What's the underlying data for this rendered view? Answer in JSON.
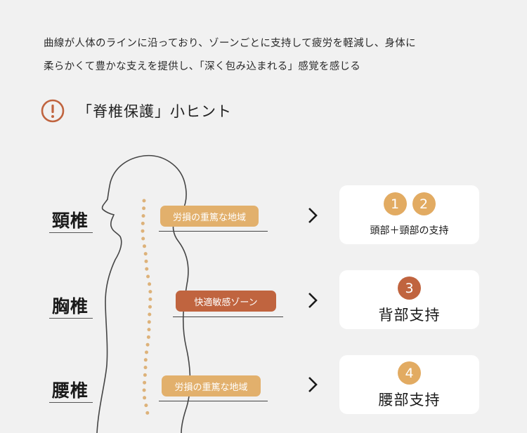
{
  "intro": {
    "line1": "曲線が人体のラインに沿っており、ゾーンごとに支持して疲労を軽減し、身体に",
    "line2": "柔らかくて豊かな支えを提供し、「深く包み込まれる」感覚を感じる"
  },
  "tip": {
    "icon": "exclamation-circle-icon",
    "title": "「脊椎保護」小ヒント"
  },
  "sections": [
    {
      "label": "頸椎",
      "pill": "労損の重篤な地域",
      "pill_style": "light",
      "card": {
        "badges": [
          "1",
          "2"
        ],
        "text": "頭部＋頸部の支持"
      }
    },
    {
      "label": "胸椎",
      "pill": "快適敏感ゾーン",
      "pill_style": "dark",
      "card": {
        "badges": [
          "3"
        ],
        "text": "背部支持"
      }
    },
    {
      "label": "腰椎",
      "pill": "労損の重篤な地域",
      "pill_style": "light",
      "card": {
        "badges": [
          "4"
        ],
        "text": "腰部支持"
      }
    }
  ],
  "colors": {
    "accent_light": "#e2b06c",
    "accent_dark": "#c0643f",
    "spine_dots": "#ddb27a",
    "background": "#f1f1f1"
  }
}
